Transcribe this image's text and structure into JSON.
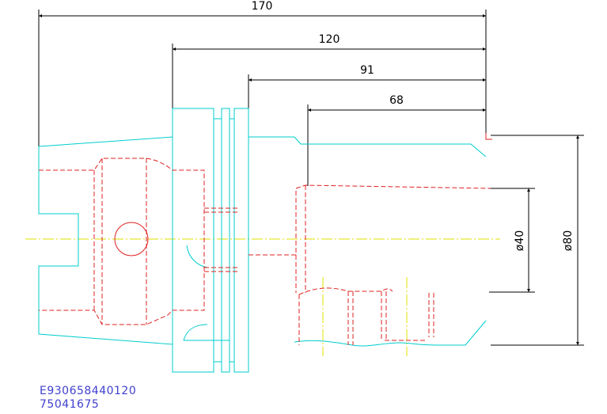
{
  "dimensions": {
    "length_170": "170",
    "length_120": "120",
    "length_91": "91",
    "length_68": "68",
    "diameter_40": "ø40",
    "diameter_80": "ø80"
  },
  "identifiers": {
    "order_code": "E930658440120",
    "article_number": "75041675"
  },
  "colors": {
    "outline": "#00cccc",
    "hidden": "#e02020",
    "centerline": "#e0e000",
    "dimension": "#000000",
    "text": "#4040d0"
  }
}
